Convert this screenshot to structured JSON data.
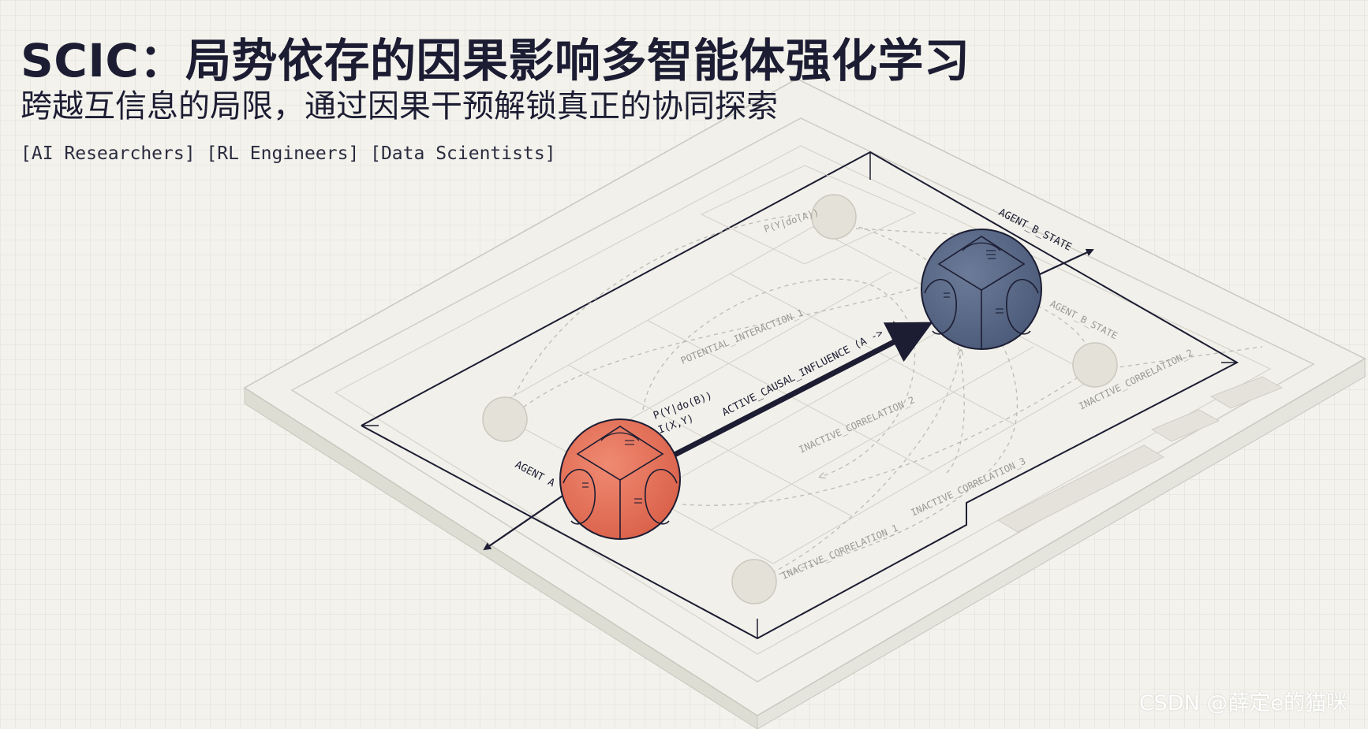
{
  "header": {
    "title": "SCIC：局势依存的因果影响多智能体强化学习",
    "subtitle": "跨越互信息的局限，通过因果干预解锁真正的协同探索",
    "tags": "[AI Researchers] [RL Engineers] [Data Scientists]"
  },
  "diagram": {
    "agent_a_label": "AGENT A",
    "agent_b_state_top": "AGENT_B_STATE",
    "agent_b_state_side": "AGENT_B_STATE",
    "main_edge_label": "ACTIVE_CAUSAL_INFLUENCE (A -> B)",
    "formula_line1": "P(Y|do(B))",
    "formula_line2": "I(X,Y)",
    "top_node_label": "P(Y|do(A))",
    "potential_label": "POTENTIAL_INTERACTION_1",
    "inactive_1": "INACTIVE_CORRELATION_1",
    "inactive_2_center": "INACTIVE_CORRELATION_2",
    "inactive_2_right": "INACTIVE_CORRELATION_2",
    "inactive_3": "INACTIVE_CORRELATION_3",
    "colors": {
      "agent_a": "#e8735c",
      "agent_b": "#5b6b88",
      "ink": "#1c1d33",
      "node": "#e4e1d8",
      "platform": "#f0efe8"
    }
  },
  "watermark": "CSDN @薛定e的猫咪"
}
